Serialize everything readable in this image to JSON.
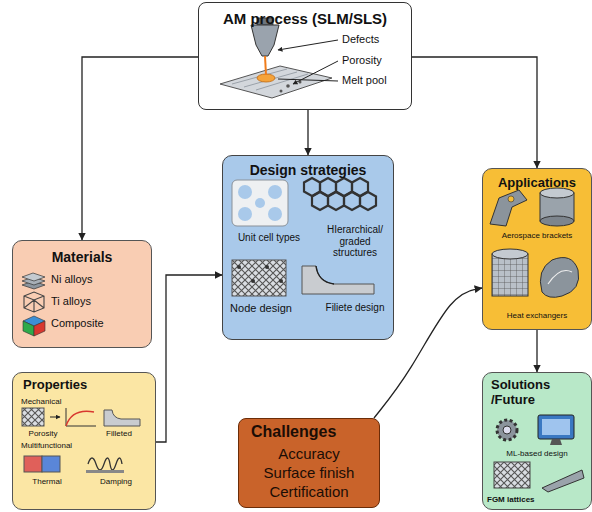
{
  "diagram": {
    "nodes": [
      {
        "text": [
          "AM process (SLM/SLS)"
        ]
      },
      {
        "text": [
          "Materials",
          "Ni alloys",
          "Ti alloys",
          "Composite"
        ]
      },
      {
        "text": [
          "Design strategies",
          "Unit cell types",
          "HIerarchical/ graded structures",
          "Node design",
          "Filiete design"
        ]
      },
      {
        "text": [
          "Applications",
          "Aerospace brackets",
          "Heat exchangers"
        ]
      },
      {
        "text": [
          "Properties",
          "Mechanical",
          "Porosity",
          "Filleted",
          "Multifunctional",
          "Thermal",
          "Damping"
        ]
      },
      {
        "text": [
          "Challenges",
          "Accuracy",
          "Surface finish",
          "Certification"
        ]
      },
      {
        "text": [
          "Solutions /Future",
          "ML-based design",
          "FGM lattices"
        ]
      }
    ],
    "edges": [
      {
        "from": 0,
        "to": 1,
        "arrow": "to"
      },
      {
        "from": 0,
        "to": 2,
        "arrow": "to"
      },
      {
        "from": 0,
        "to": 3,
        "arrow": "to"
      },
      {
        "from": 4,
        "to": 2,
        "arrow": "to"
      },
      {
        "from": 5,
        "to": 3,
        "arrow": "to"
      },
      {
        "from": 3,
        "to": 6,
        "arrow": "to"
      }
    ],
    "labels": [
      "Defects",
      "Porosity",
      "Melt pool"
    ]
  }
}
